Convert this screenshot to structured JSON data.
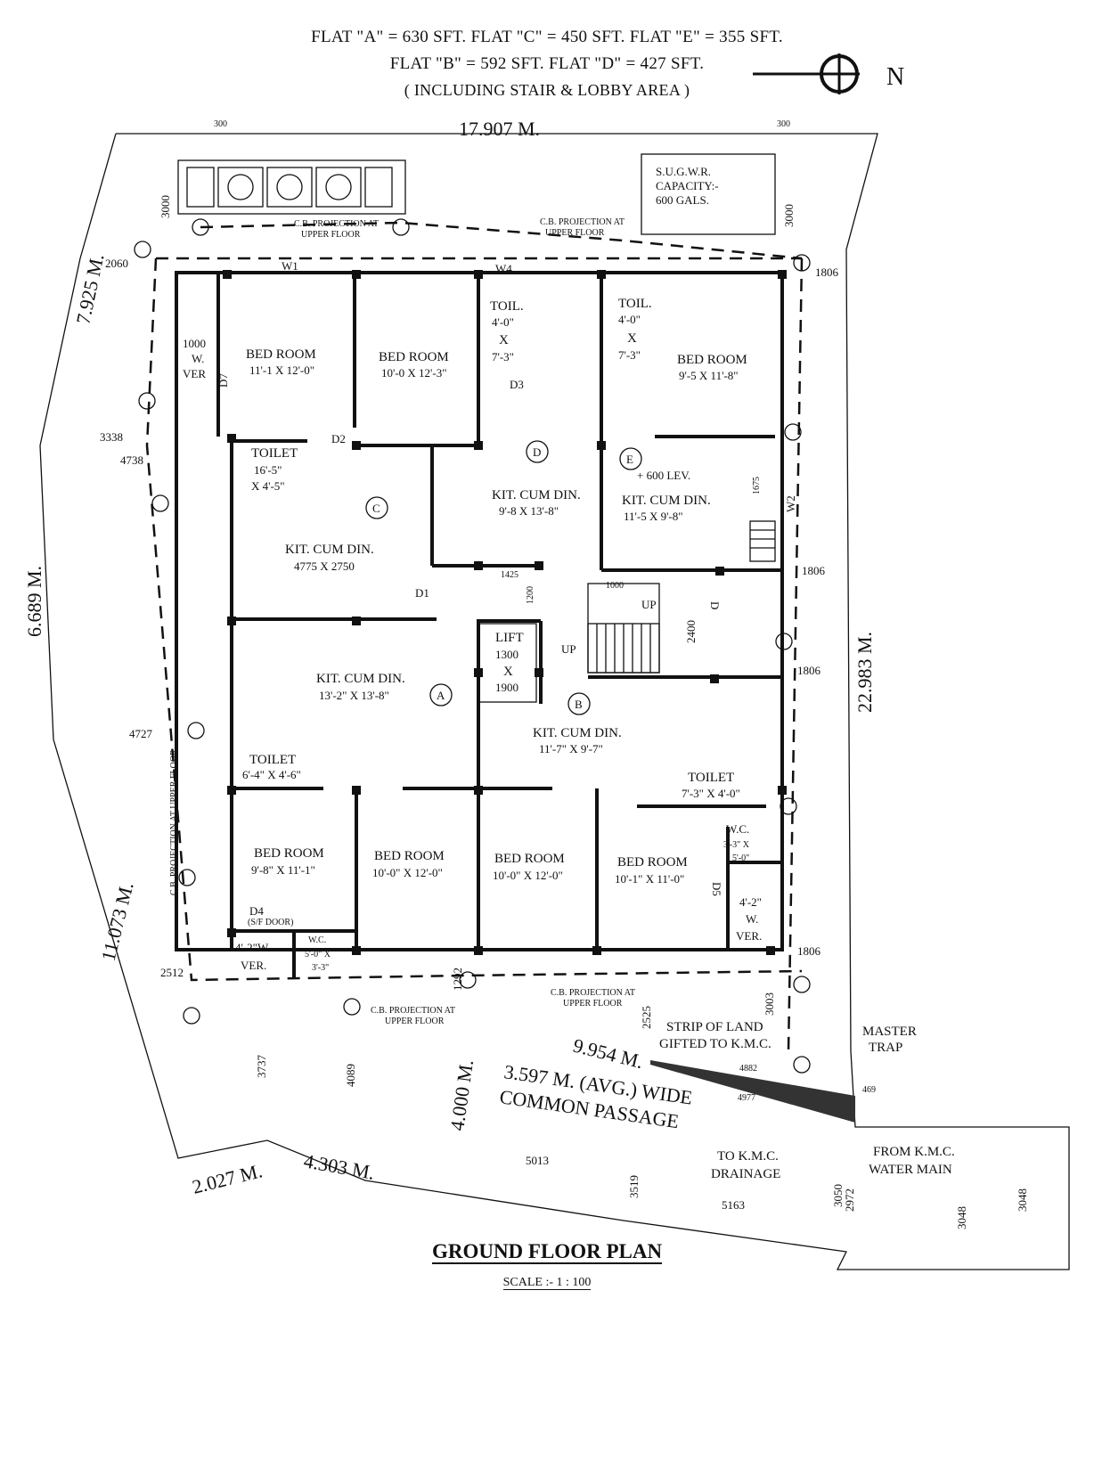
{
  "header": {
    "line1": "FLAT \"A\" = 630 SFT.  FLAT \"C\" = 450 SFT.  FLAT \"E\" = 355 SFT.",
    "line2": "FLAT \"B\" = 592 SFT.  FLAT \"D\" = 427 SFT.",
    "line3": "( INCLUDING STAIR & LOBBY AREA )"
  },
  "north": "N",
  "dimensions": {
    "top": "17.907 M.",
    "left_top": "7.925 M.",
    "left_mid": "6.689 M.",
    "left_bottom": "11.073 M.",
    "right": "22.983 M.",
    "bottom_left": "2.027 M.",
    "bottom_mid": "4.303 M.",
    "passage_width": "4.000 M.",
    "road_len": "9.954 M.",
    "n300a": "300",
    "n300b": "300",
    "n3000a": "3000",
    "n3000b": "3000",
    "n2060": "2060",
    "n1806a": "1806",
    "n3338": "3338",
    "n4738": "4738",
    "n1806b": "1806",
    "n1806c": "1806",
    "n4727": "4727",
    "n1806d": "1806",
    "n2512": "2512",
    "n3737": "3737",
    "n4089": "4089",
    "n1292": "1292",
    "n2525": "2525",
    "n3003": "3003",
    "n4882": "4882",
    "n4977": "4977",
    "n469": "469",
    "n5013": "5013",
    "n3519": "3519",
    "n5163": "5163",
    "n3050": "3050",
    "n2972": "2972",
    "n3048a": "3048",
    "n3048b": "3048",
    "n1425": "1425",
    "n1200": "1200",
    "n1000": "1000",
    "n2400": "2400",
    "n1675": "1675"
  },
  "rooms": {
    "bed1_name": "BED ROOM",
    "bed1_size": "11'-1 X 12'-0\"",
    "bed2_name": "BED ROOM",
    "bed2_size": "10'-0 X 12'-3\"",
    "toil_d_name": "TOIL.",
    "toil_d_w": "4'-0\"",
    "toil_d_x": "X",
    "toil_d_l": "7'-3\"",
    "toil_e_name": "TOIL.",
    "toil_e_w": "4'-0\"",
    "toil_e_x": "X",
    "toil_e_l": "7'-3\"",
    "bed3_name": "BED ROOM",
    "bed3_size": "9'-5 X 11'-8\"",
    "ver1_a": "1000",
    "ver1_b": "W.",
    "ver1_c": "VER",
    "toilet_c_name": "TOILET",
    "toilet_c_w": "16'-5\"",
    "toilet_c_l": "X 4'-5\"",
    "kit_c_name": "KIT. CUM DIN.",
    "kit_c_size": "4775 X 2750",
    "kit_d_name": "KIT. CUM DIN.",
    "kit_d_size": "9'-8 X 13'-8\"",
    "kit_e_name": "KIT. CUM DIN.",
    "kit_e_size": "11'-5 X 9'-8\"",
    "lev": "+ 600 LEV.",
    "lift_name": "LIFT",
    "lift_w": "1300",
    "lift_x": "X",
    "lift_l": "1900",
    "kit_a_name": "KIT. CUM DIN.",
    "kit_a_size": "13'-2\" X 13'-8\"",
    "kit_b_name": "KIT. CUM DIN.",
    "kit_b_size": "11'-7\" X 9'-7\"",
    "toilet_a_name": "TOILET",
    "toilet_a_size": "6'-4\" X 4'-6\"",
    "toilet_b_name": "TOILET",
    "toilet_b_size": "7'-3\" X 4'-0\"",
    "bed4_name": "BED ROOM",
    "bed4_size": "9'-8\" X 11'-1\"",
    "bed5_name": "BED ROOM",
    "bed5_size": "10'-0\" X 12'-0\"",
    "bed6_name": "BED ROOM",
    "bed6_size": "10'-0\" X 12'-0\"",
    "bed7_name": "BED ROOM",
    "bed7_size": "10'-1\" X 11'-0\"",
    "wc_b_name": "W.C.",
    "wc_b_w": "3'-3\" X",
    "wc_b_l": "5'-0\"",
    "ver_b_a": "4'-2\"",
    "ver_b_b": "W.",
    "ver_b_c": "VER.",
    "ver_a_a": "4'-2\"W.",
    "ver_a_b": "VER.",
    "wc_a_name": "W.C.",
    "wc_a_w": "5'-0\" X",
    "wc_a_l": "3'-3\"",
    "up1": "UP",
    "up2": "UP",
    "d_label": "D"
  },
  "flats": [
    "A",
    "B",
    "C",
    "D",
    "E"
  ],
  "doors": {
    "d1": "D1",
    "d2": "D2",
    "d3": "D3",
    "d4": "D4",
    "d5": "D5",
    "d7": "D7",
    "sf_door": "(S/F DOOR)",
    "w1": "W1",
    "w2": "W2",
    "w4": "W4"
  },
  "notes": {
    "sugwr_1": "S.U.G.W.R.",
    "sugwr_2": "CAPACITY:-",
    "sugwr_3": "600 GALS.",
    "cb_proj_1": "C.B. PROJECTION AT",
    "cb_proj_2": "UPPER FLOOR",
    "cb_proj_top": "C.B. PROJECTION AT",
    "cb_proj_top2": "UPPER FLOOR",
    "cb_proj_left": "C.B. PROJECTION AT UPPER FLOOR",
    "cb_proj_bl1": "C.B. PROJECTION AT",
    "cb_proj_bl2": "UPPER FLOOR",
    "cb_proj_bm1": "C.B. PROJECTION AT",
    "cb_proj_bm2": "UPPER FLOOR",
    "strip_1": "STRIP OF LAND",
    "strip_2": "GIFTED TO K.M.C.",
    "master_1": "MASTER",
    "master_2": "TRAP",
    "passage_1": "3.597 M. (AVG.) WIDE",
    "passage_2": "COMMON PASSAGE",
    "drain_1": "TO K.M.C.",
    "drain_2": "DRAINAGE",
    "water_1": "FROM K.M.C.",
    "water_2": "WATER MAIN"
  },
  "title": "GROUND FLOOR PLAN",
  "scale": "SCALE :- 1 : 100"
}
